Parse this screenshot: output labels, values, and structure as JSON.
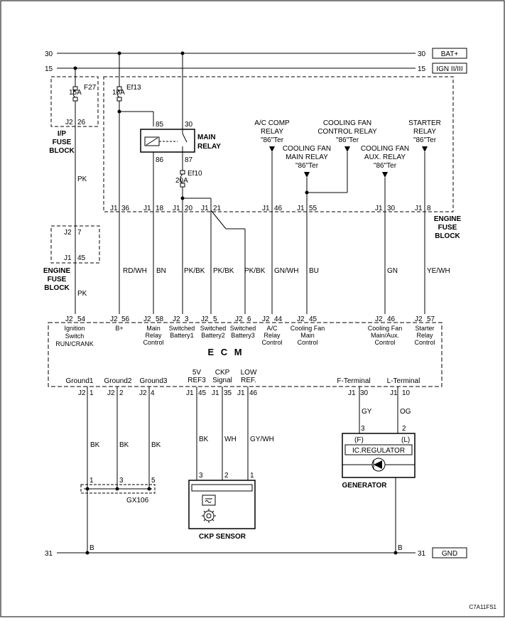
{
  "rails": {
    "bat_num": "30",
    "bat_num_right": "30",
    "bat_label": "BAT+",
    "ign_num": "15",
    "ign_num_right": "15",
    "ign_label": "IGN II/III",
    "gnd_num": "31",
    "gnd_num_right": "31",
    "gnd_label": "GND"
  },
  "fuses": {
    "f27": {
      "name": "F27",
      "rating": "15A"
    },
    "ef13": {
      "name": "Ef13",
      "rating": "10A"
    },
    "ef10": {
      "name": "Ef10",
      "rating": "20A"
    }
  },
  "blocks": {
    "ip_fuse_block": [
      "I/P",
      "FUSE",
      "BLOCK"
    ],
    "engine_fuse_block_left": [
      "ENGINE",
      "FUSE",
      "BLOCK"
    ],
    "engine_fuse_block_right": [
      "ENGINE",
      "FUSE",
      "BLOCK"
    ]
  },
  "main_relay": {
    "label": [
      "MAIN",
      "RELAY"
    ],
    "pins": {
      "p85": "85",
      "p30": "30",
      "p86": "86",
      "p87": "87"
    }
  },
  "relays": {
    "ac_comp": [
      "A/C COMP",
      "RELAY",
      "\"86\"Ter"
    ],
    "cf_control": [
      "COOLING FAN",
      "CONTROL RELAY",
      "\"86\"Ter"
    ],
    "starter": [
      "STARTER",
      "RELAY",
      "\"86\"Ter"
    ],
    "cf_main": [
      "COOLING FAN",
      "MAIN RELAY",
      "\"86\"Ter"
    ],
    "cf_aux": [
      "COOLING FAN",
      "AUX. RELAY",
      "\"86\"Ter"
    ]
  },
  "connector_pins": {
    "ip_j2": "J2",
    "ip_26": "26",
    "ef_j2": "J2",
    "ef_7": "7",
    "ef_j1": "J1",
    "ef_45": "45",
    "top": [
      {
        "c": "J1",
        "p": "36"
      },
      {
        "c": "J1",
        "p": "18"
      },
      {
        "c": "J1",
        "p": "20"
      },
      {
        "c": "J1",
        "p": "21"
      },
      {
        "c": "J1",
        "p": "46"
      },
      {
        "c": "J1",
        "p": "55"
      },
      {
        "c": "J1",
        "p": "30"
      },
      {
        "c": "J1",
        "p": "8"
      }
    ],
    "ecm_top": [
      {
        "c": "J2",
        "p": "54"
      },
      {
        "c": "J2",
        "p": "56"
      },
      {
        "c": "J2",
        "p": "58"
      },
      {
        "c": "J2",
        "p": "3"
      },
      {
        "c": "J2",
        "p": "5"
      },
      {
        "c": "J2",
        "p": "6"
      },
      {
        "c": "J2",
        "p": "44"
      },
      {
        "c": "J2",
        "p": "45"
      },
      {
        "c": "J2",
        "p": "46"
      },
      {
        "c": "J2",
        "p": "57"
      }
    ],
    "ecm_bottom": [
      {
        "c": "J2",
        "p": "1"
      },
      {
        "c": "J2",
        "p": "2"
      },
      {
        "c": "J2",
        "p": "4"
      },
      {
        "c": "J1",
        "p": "45"
      },
      {
        "c": "J1",
        "p": "35"
      },
      {
        "c": "J1",
        "p": "46"
      },
      {
        "c": "J1",
        "p": "30"
      },
      {
        "c": "J1",
        "p": "10"
      }
    ]
  },
  "wire_colors": {
    "pk1": "PK",
    "pk2": "PK",
    "rdwh": "RD/WH",
    "bn": "BN",
    "pkbk1": "PK/BK",
    "pkbk2": "PK/BK",
    "pkbk3": "PK/BK",
    "gnwh": "GN/WH",
    "bu": "BU",
    "gn": "GN",
    "yewh": "YE/WH",
    "bk1": "BK",
    "bk2": "BK",
    "bk3": "BK",
    "bk4": "BK",
    "wh": "WH",
    "gywh": "GY/WH",
    "gy": "GY",
    "og": "OG",
    "b_left": "B",
    "b_right": "B"
  },
  "ecm": {
    "title": "E C M",
    "functions": [
      [
        "Ignition",
        "Switch",
        "RUN/CRANK"
      ],
      [
        "B+"
      ],
      [
        "Main",
        "Relay",
        "Control"
      ],
      [
        "Switched",
        "Battery1"
      ],
      [
        "Switched",
        "Battery2"
      ],
      [
        "Switched",
        "Battery3"
      ],
      [
        "A/C",
        "Relay",
        "Control"
      ],
      [
        "Cooling Fan",
        "Main",
        "Control"
      ],
      [
        "Cooling Fan",
        "Main/Aux.",
        "Control"
      ],
      [
        "Starter",
        "Relay",
        "Control"
      ]
    ],
    "bottom_labels": {
      "ground1": "Ground1",
      "ground2": "Ground2",
      "ground3": "Ground3",
      "ref5v": [
        "5V",
        "REF3"
      ],
      "ckp": [
        "CKP",
        "Signal"
      ],
      "lowref": [
        "LOW",
        "REF."
      ],
      "fterm": "F-Terminal",
      "lterm": "L-Terminal"
    }
  },
  "splice": {
    "name": "GX106",
    "p1": "1",
    "p3": "3",
    "p5": "5"
  },
  "ckp_sensor": {
    "label": "CKP SENSOR",
    "p3": "3",
    "p2": "2",
    "p1": "1"
  },
  "generator": {
    "label": "GENERATOR",
    "regulator": "IC.REGULATOR",
    "f": "(F)",
    "l": "(L)",
    "p3": "3",
    "p2": "2"
  },
  "ref_code": "C7A11FS1"
}
